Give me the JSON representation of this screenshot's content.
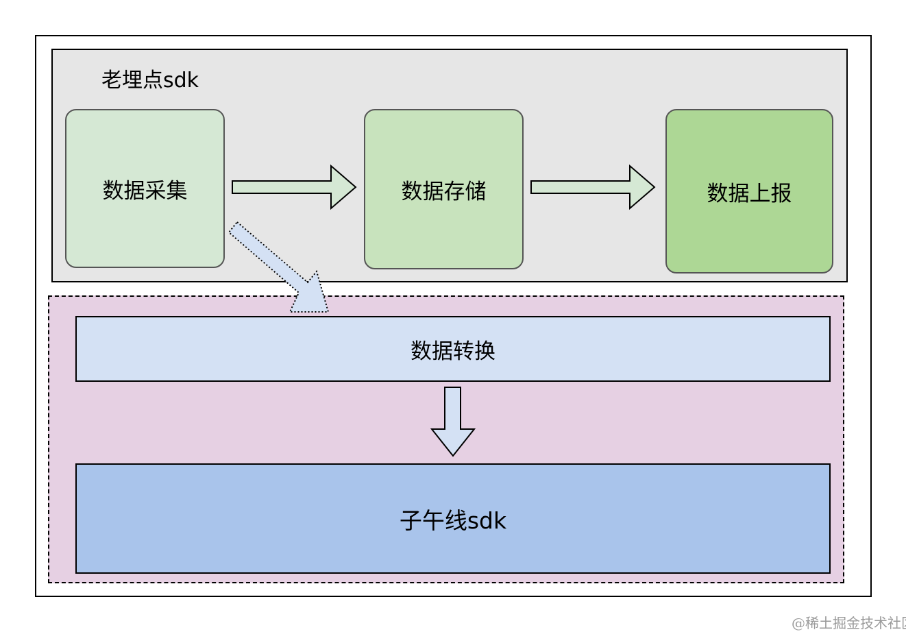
{
  "old_sdk": {
    "title": "老埋点sdk",
    "nodes": {
      "collect": "数据采集",
      "store": "数据存储",
      "report": "数据上报"
    }
  },
  "new_pipeline": {
    "convert": "数据转换",
    "target": "子午线sdk"
  },
  "watermark": "@稀土掘金技术社区",
  "colors": {
    "old_group_fill": "#e6e6e6",
    "collect_fill": "#d5e8d4",
    "store_fill": "#c8e3bd",
    "report_fill": "#add795",
    "new_group_fill": "#e6d0e3",
    "convert_fill": "#d4e1f4",
    "target_fill": "#a9c4eb",
    "arrow_green": "#d5e8d4",
    "arrow_blue": "#d4e1f4"
  }
}
